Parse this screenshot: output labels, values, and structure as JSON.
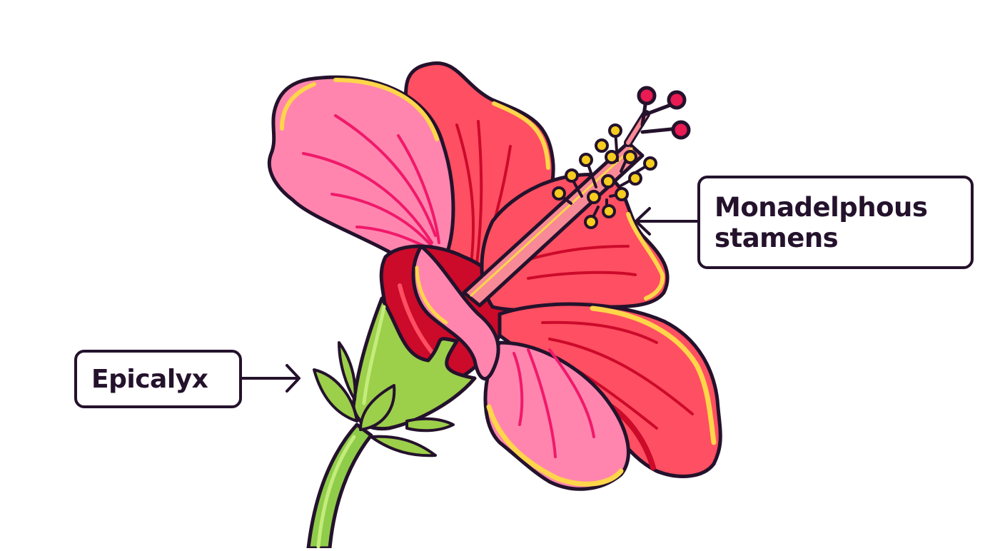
{
  "diagram": {
    "subject": "Hibiscus flower",
    "labels": [
      {
        "id": "epicalyx",
        "text": "Epicalyx",
        "arrow_direction": "right"
      },
      {
        "id": "monadelphous_stamens",
        "text": "Monadelphous\nstamens",
        "arrow_direction": "left"
      }
    ]
  },
  "colors": {
    "outline": "#24122c",
    "petal_pink": "#ff85ae",
    "petal_red": "#ff4f62",
    "petal_deep_red": "#cc0a2a",
    "vein_pink": "#f0196a",
    "petal_edge_yellow": "#ffd54a",
    "sepal_green": "#9ccf4a",
    "sepal_light_green": "#c4ec7c",
    "stem_green": "#8fcc4a",
    "anther_yellow": "#f6cc1e",
    "stigma_red": "#ea1a52",
    "staminal_column": "#f78a96",
    "background": "#ffffff"
  }
}
